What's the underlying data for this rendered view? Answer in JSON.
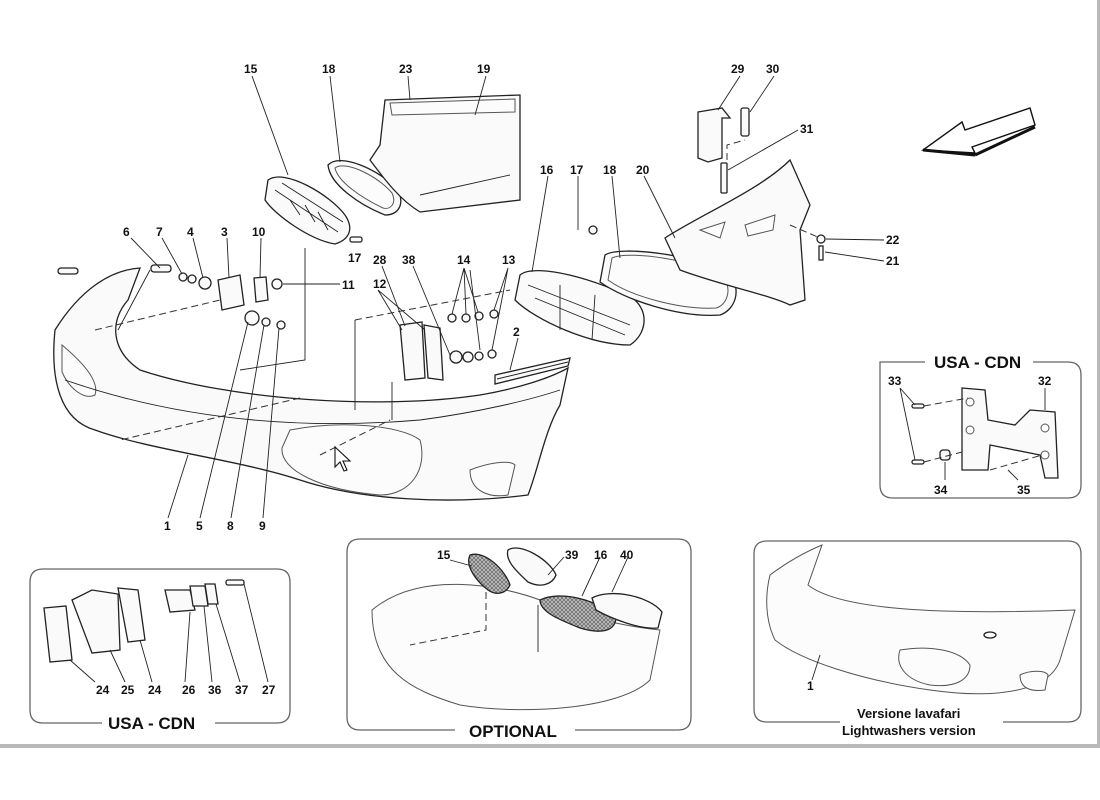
{
  "diagram": {
    "type": "exploded-parts-diagram",
    "subject": "Front bumper assembly",
    "direction_arrow": "arrow-icon"
  },
  "callouts": {
    "c1": "1",
    "c2": "2",
    "c3": "3",
    "c4": "4",
    "c5": "5",
    "c6": "6",
    "c7": "7",
    "c8": "8",
    "c9": "9",
    "c10": "10",
    "c11": "11",
    "c12": "12",
    "c13": "13",
    "c14": "14",
    "c15": "15",
    "c16": "16",
    "c17a": "17",
    "c17b": "17",
    "c18a": "18",
    "c18b": "18",
    "c19": "19",
    "c20": "20",
    "c21": "21",
    "c22": "22",
    "c23": "23",
    "c28": "28",
    "c29": "29",
    "c30": "30",
    "c31": "31",
    "c38": "38"
  },
  "insets": {
    "usa_cdn_right": {
      "title": "USA - CDN",
      "callouts": [
        "33",
        "32",
        "34",
        "35"
      ]
    },
    "usa_cdn_left": {
      "title": "USA - CDN",
      "callouts": [
        "24",
        "25",
        "24",
        "26",
        "36",
        "37",
        "27"
      ]
    },
    "optional": {
      "title": "OPTIONAL",
      "callouts": [
        "15",
        "39",
        "16",
        "40"
      ]
    },
    "lightwashers": {
      "title_line1": "Versione lavafari",
      "title_line2": "Lightwashers version",
      "callouts": [
        "1"
      ]
    }
  }
}
